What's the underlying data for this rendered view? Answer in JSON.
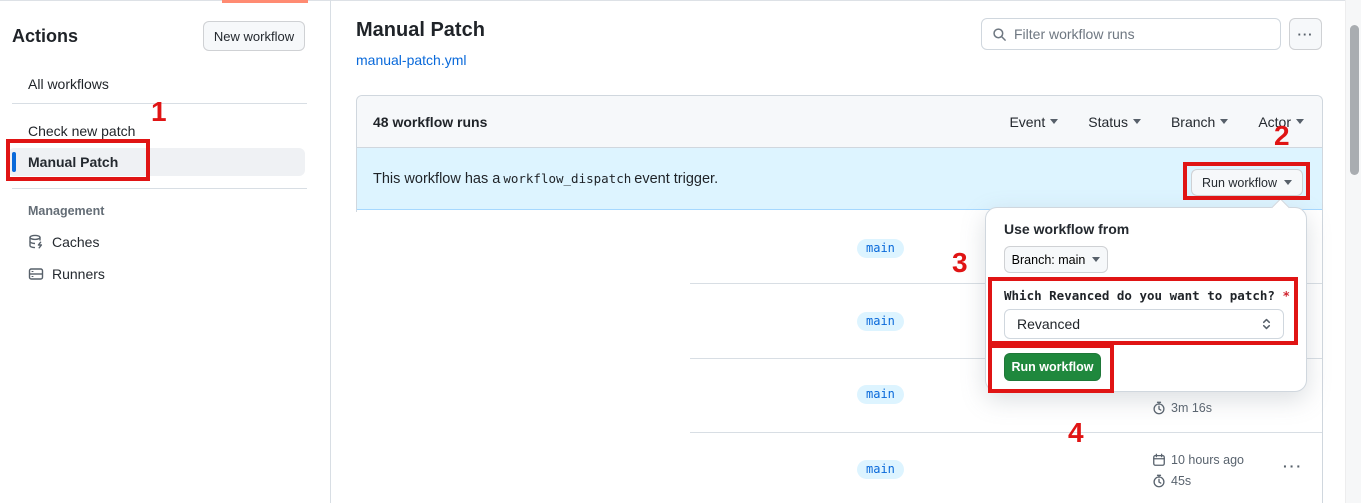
{
  "sidebar": {
    "title": "Actions",
    "new_workflow_button": "New workflow",
    "all_workflows": "All workflows",
    "check_new_patch": "Check new patch",
    "manual_patch": "Manual Patch",
    "management_label": "Management",
    "caches": "Caches",
    "runners": "Runners"
  },
  "header": {
    "title": "Manual Patch",
    "file_link": "manual-patch.yml",
    "search_placeholder": "Filter workflow runs",
    "more_button": "···"
  },
  "table": {
    "runs_count": "48 workflow runs",
    "filters": [
      {
        "label": "Event"
      },
      {
        "label": "Status"
      },
      {
        "label": "Branch"
      },
      {
        "label": "Actor"
      }
    ],
    "banner": {
      "text_before": "This workflow has a",
      "code": "workflow_dispatch",
      "text_after": "event trigger.",
      "run_workflow_button": "Run workflow"
    },
    "rows": [
      {
        "branch": "main"
      },
      {
        "branch": "main"
      },
      {
        "branch": "main",
        "duration": "3m 16s"
      },
      {
        "branch": "main",
        "date": "10 hours ago",
        "duration": "45s",
        "menu": "···"
      }
    ]
  },
  "popup": {
    "title": "Use workflow from",
    "branch_selector": "Branch: main",
    "input_label": "Which Revanced do you want to patch?",
    "required_mark": "*",
    "input_value": "Revanced",
    "run_button": "Run workflow"
  },
  "annotations": {
    "step1": "1",
    "step2": "2",
    "step3": "3",
    "step4": "4",
    "box_color": "#e01414",
    "top_bar_color": "#ff8b72"
  },
  "colors": {
    "link_blue": "#0969da",
    "banner_bg": "#ddf4ff",
    "badge_bg": "#ddf4ff",
    "badge_text": "#0969da",
    "green_button": "#1f883d",
    "header_bg": "#f6f8fa",
    "border": "#d0d7de"
  }
}
